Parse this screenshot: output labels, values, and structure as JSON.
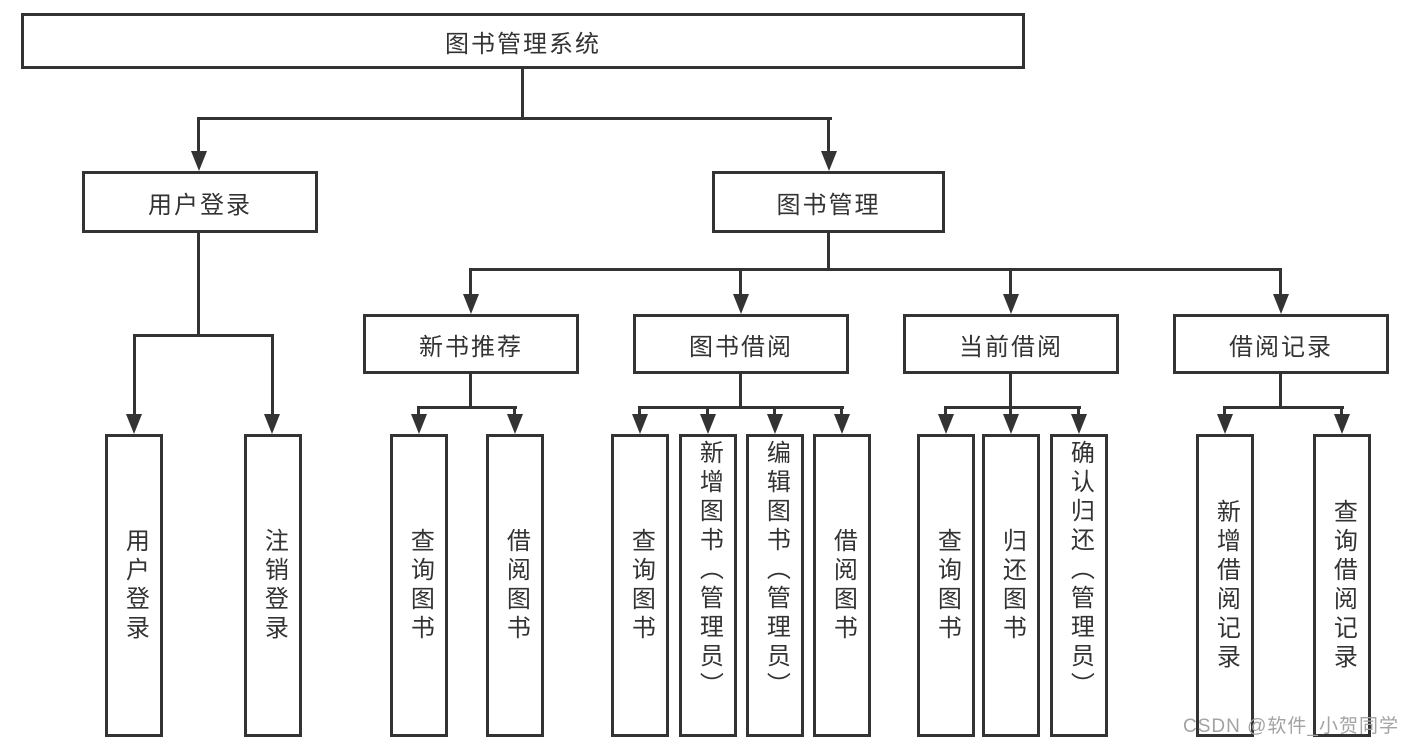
{
  "nodes": {
    "root": "图书管理系统",
    "user_login": "用户登录",
    "book_management": "图书管理",
    "new_book_recommend": "新书推荐",
    "book_borrow": "图书借阅",
    "current_borrow": "当前借阅",
    "borrow_records": "借阅记录"
  },
  "leaves": {
    "user_login": "用户登录",
    "logout": "注销登录",
    "recommend_query_books": "查询图书",
    "recommend_borrow_books": "借阅图书",
    "borrow_query_books": "查询图书",
    "borrow_add_books_admin": "新增图书（管理员）",
    "borrow_edit_books_admin": "编辑图书（管理员）",
    "borrow_borrow_books": "借阅图书",
    "current_query_books": "查询图书",
    "current_return_books": "归还图书",
    "current_confirm_return_admin": "确认归还（管理员）",
    "records_add_record": "新增借阅记录",
    "records_query_record": "查询借阅记录"
  },
  "watermark": "CSDN @软件_小贺同学",
  "colors": {
    "line": "#333333",
    "text": "#333333",
    "background": "#ffffff",
    "watermark": "#a3a3a3"
  }
}
